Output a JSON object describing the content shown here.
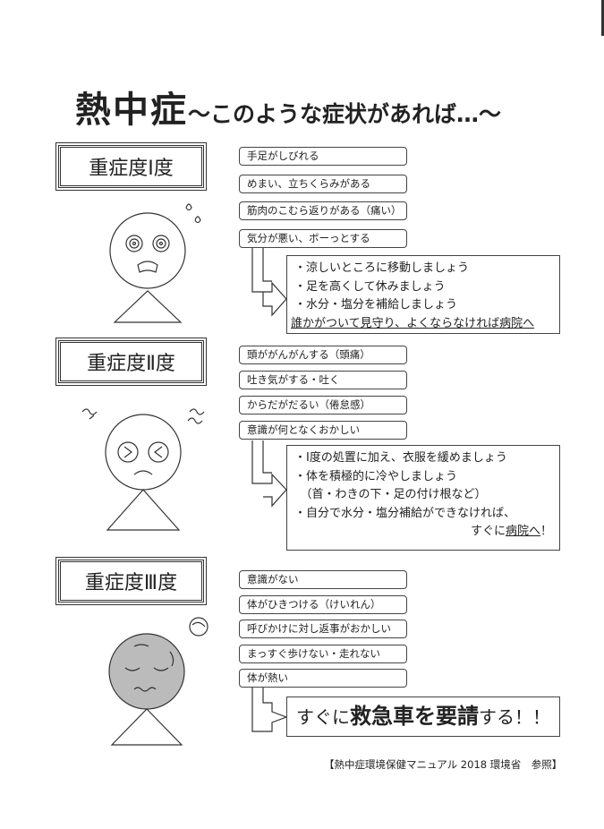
{
  "title": {
    "main": "熱中症",
    "sub": "～このような症状があれば…～"
  },
  "levels": [
    {
      "label": "重症度Ⅰ度",
      "symptoms": [
        "手足がしびれる",
        "めまい、立ちくらみがある",
        "筋肉のこむら返りがある（痛い）",
        "気分が悪い、ボーっとする"
      ],
      "actions": [
        "・涼しいところに移動しましょう",
        "・足を高くして休みましょう",
        "・水分・塩分を補給しましょう"
      ],
      "note": "誰かがついて見守り、よくならなければ病院へ"
    },
    {
      "label": "重症度Ⅱ度",
      "symptoms": [
        "頭ががんがんする（頭痛）",
        "吐き気がする・吐く",
        "からだがだるい（倦怠感）",
        "意識が何となくおかしい"
      ],
      "actions": [
        "・Ⅰ度の処置に加え、衣服を緩めましょう",
        "・体を積極的に冷やしましょう",
        "　（首・わきの下・足の付け根など）",
        "・自分で水分・塩分補給ができなければ、"
      ],
      "note_prefix": "すぐに",
      "note_link": "病院へ",
      "note_suffix": "！"
    },
    {
      "label": "重症度Ⅲ度",
      "symptoms": [
        "意識がない",
        "体がひきつける（けいれん）",
        "呼びかけに対し返事がおかしい",
        "まっすぐ歩けない・走れない",
        "体が熱い"
      ],
      "call": {
        "pre": "すぐに",
        "strong": "救急車を要請",
        "post": "する！！"
      }
    }
  ],
  "footer": "【熱中症環境保健マニュアル 2018 環境省　参照】"
}
